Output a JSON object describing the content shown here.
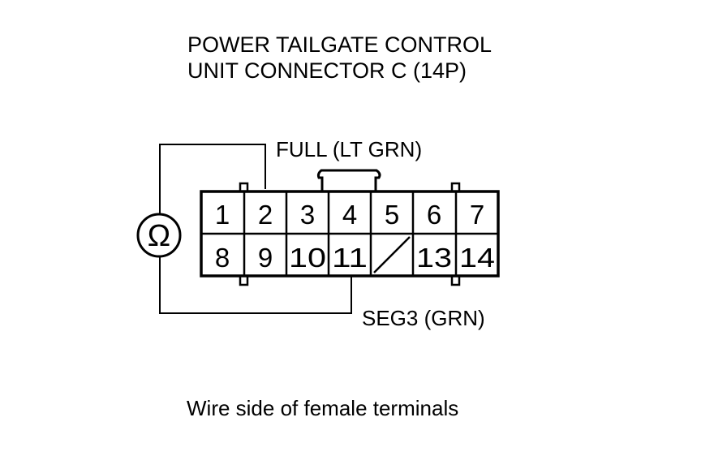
{
  "title": {
    "line1": "POWER TAILGATE CONTROL",
    "line2": "UNIT CONNECTOR C (14P)"
  },
  "wires": {
    "full": "FULL (LT GRN)",
    "seg3": "SEG3 (GRN)"
  },
  "meter": {
    "symbol": "Ω",
    "icon": "ohmmeter-icon"
  },
  "connector": {
    "top_row": [
      "1",
      "2",
      "3",
      "4",
      "5",
      "6",
      "7"
    ],
    "bottom_row": [
      "8",
      "9",
      "10",
      "11",
      "",
      "13",
      "14"
    ],
    "empty_cavity": "slash"
  },
  "caption": "Wire side of female terminals"
}
